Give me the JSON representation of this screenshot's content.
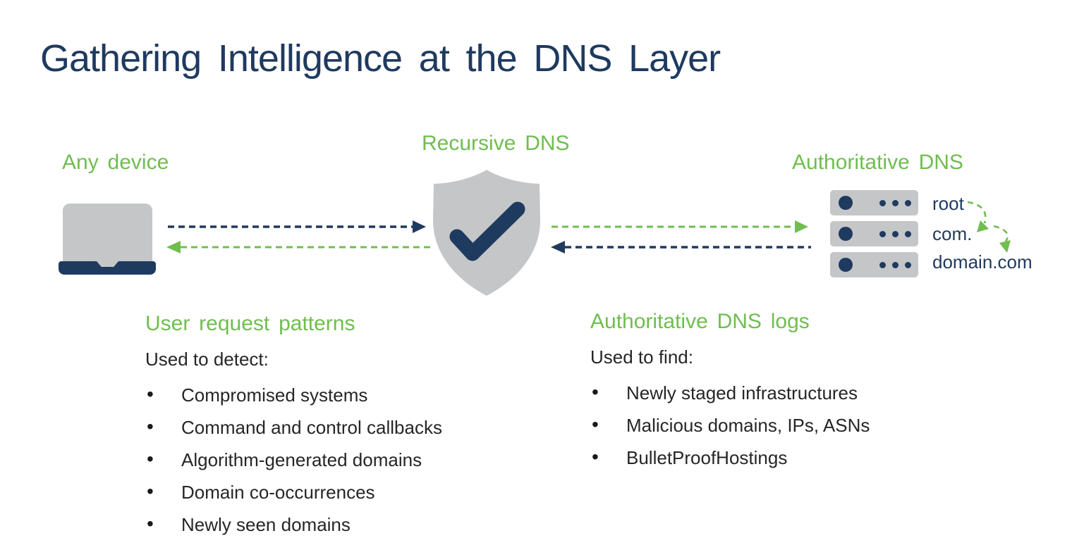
{
  "title": "Gathering Intelligence at the DNS Layer",
  "colors": {
    "green": "#6fbe4f",
    "navy": "#1f3a5f",
    "icon_gray": "#c5c6c8",
    "body_text": "#262626"
  },
  "diagram": {
    "any_device": {
      "label": "Any device"
    },
    "recursive_dns": {
      "label": "Recursive DNS"
    },
    "authoritative_dns": {
      "label": "Authoritative DNS",
      "server_labels": [
        "root",
        "com.",
        "domain.com"
      ]
    }
  },
  "panels": {
    "left": {
      "heading": "User request patterns",
      "intro": "Used to detect:",
      "bullets": [
        "Compromised systems",
        "Command and control callbacks",
        "Algorithm-generated domains",
        "Domain co-occurrences",
        "Newly seen domains"
      ]
    },
    "right": {
      "heading": "Authoritative DNS logs",
      "intro": "Used to find:",
      "bullets": [
        "Newly staged infrastructures",
        "Malicious domains, IPs, ASNs",
        "BulletProofHostings"
      ]
    }
  }
}
